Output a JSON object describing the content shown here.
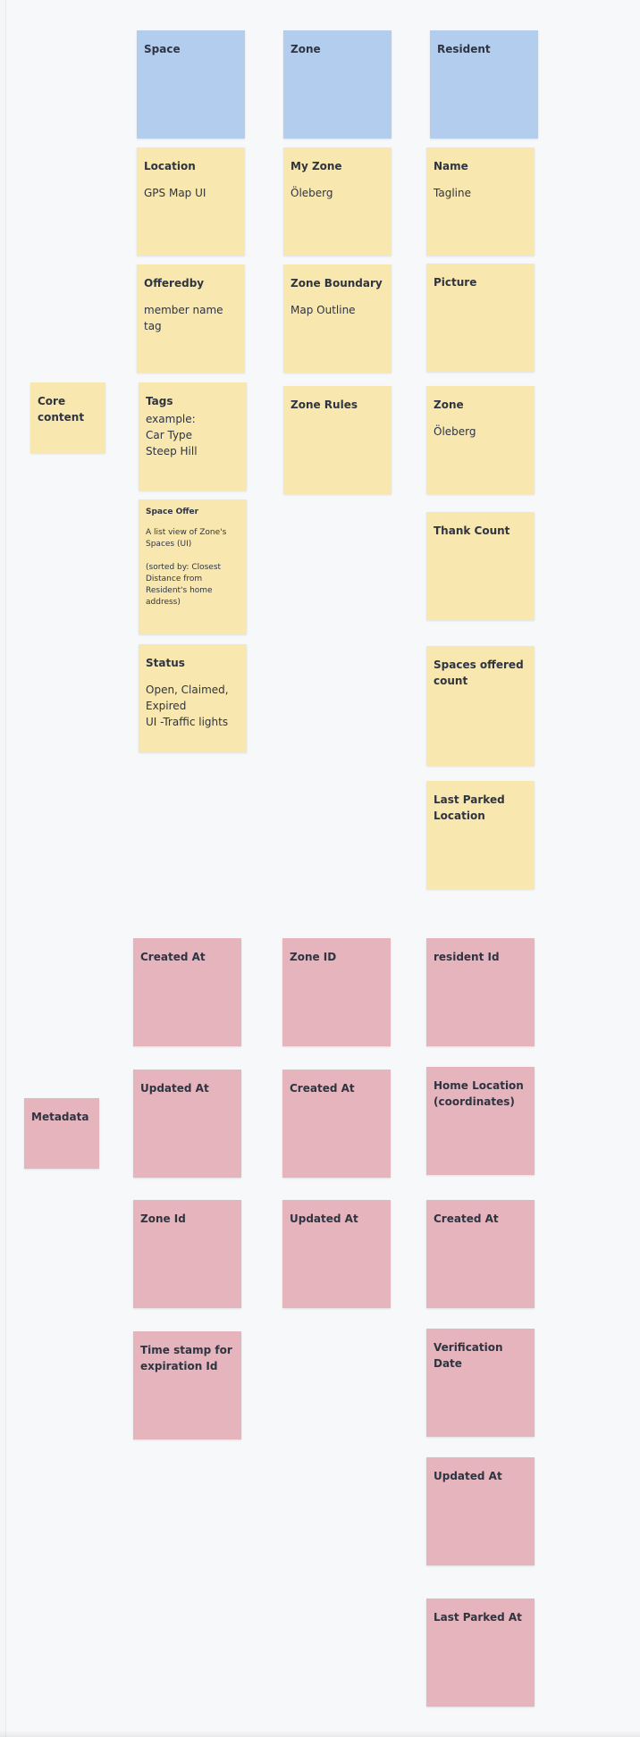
{
  "headers": {
    "space": "Space",
    "zone": "Zone",
    "resident": "Resident"
  },
  "groups": {
    "core_content": "Core content",
    "metadata": "Metadata"
  },
  "space_core": {
    "location": {
      "title": "Location",
      "body": "GPS Map UI"
    },
    "offeredby": {
      "title": "Offeredby",
      "body": "member name\ntag"
    },
    "tags": {
      "title": "Tags",
      "body": "example:\nCar Type\nSteep Hill"
    },
    "space_offer": {
      "title": "Space Offer",
      "body": "A list view of Zone's Spaces (UI)\n\n(sorted by: Closest Distance from Resident's home address)"
    },
    "status": {
      "title": "Status",
      "body": "Open, Claimed,\nExpired\nUI -Traffic lights"
    }
  },
  "zone_core": {
    "my_zone": {
      "title": "My Zone",
      "body": "Öleberg"
    },
    "zone_boundary": {
      "title": "Zone Boundary",
      "body": "Map Outline"
    },
    "zone_rules": {
      "title": "Zone Rules"
    }
  },
  "resident_core": {
    "name": {
      "title": "Name",
      "body": "Tagline"
    },
    "picture": {
      "title": "Picture"
    },
    "zone": {
      "title": "Zone",
      "body": "Öleberg"
    },
    "thank_count": {
      "title": "Thank Count"
    },
    "spaces_offered_count": {
      "title": "Spaces offered count"
    },
    "last_parked_location": {
      "title": "Last Parked Location"
    }
  },
  "space_meta": {
    "created_at": "Created At",
    "updated_at": "Updated At",
    "zone_id": "Zone Id",
    "timestamp_expiration": "Time stamp for expiration Id"
  },
  "zone_meta": {
    "zone_id": "Zone ID",
    "created_at": "Created At",
    "updated_at": "Updated At"
  },
  "resident_meta": {
    "resident_id": "resident Id",
    "home_location": "Home Location (coordinates)",
    "created_at": "Created At",
    "verification_date": "Verification Date",
    "updated_at": "Updated At",
    "last_parked_at": "Last Parked At"
  }
}
